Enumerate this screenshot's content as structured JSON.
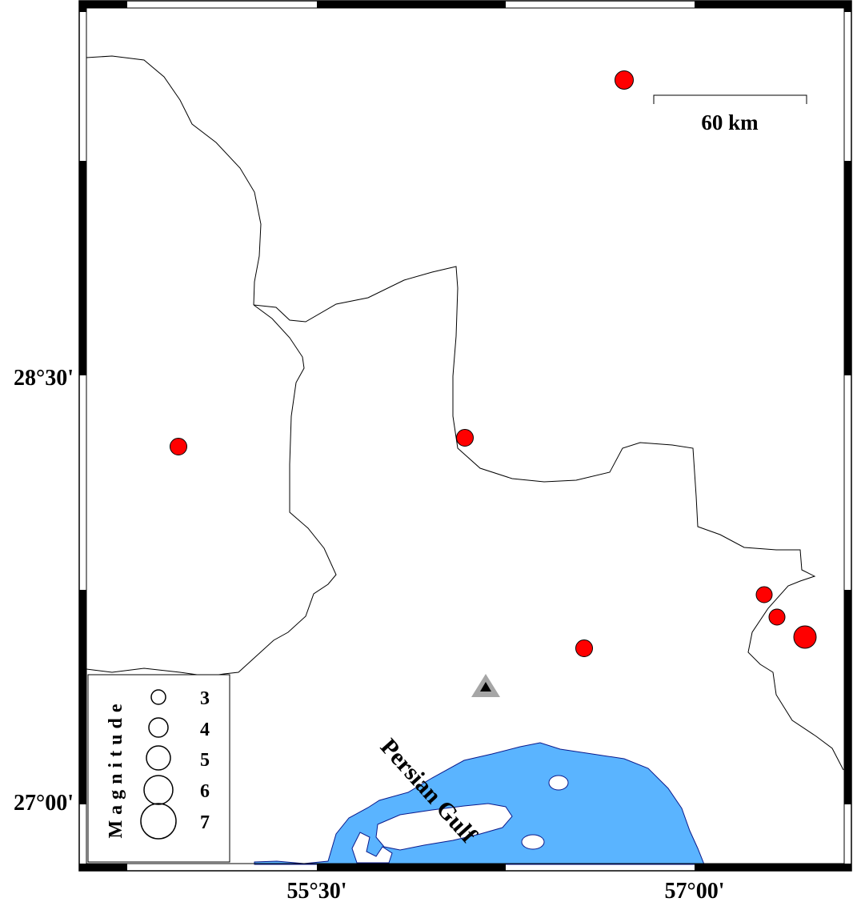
{
  "map": {
    "lat_labels": [
      "28°30'",
      "27°00'"
    ],
    "lon_labels": [
      "55°30'",
      "57°00'"
    ],
    "scale_label": "60 km",
    "sea_label": "Persian Gulf",
    "legend": {
      "title": "Magnitude",
      "entries": [
        "3",
        "4",
        "5",
        "6",
        "7"
      ]
    },
    "colors": {
      "sea": "#5ab4ff",
      "coast": "#0a1a8c",
      "event": "#ff0000",
      "station": "#a6a6a6",
      "station_inner": "#000000",
      "border": "#000000"
    },
    "station_icon": "triangle-icon",
    "event_icon": "circle-icon"
  }
}
